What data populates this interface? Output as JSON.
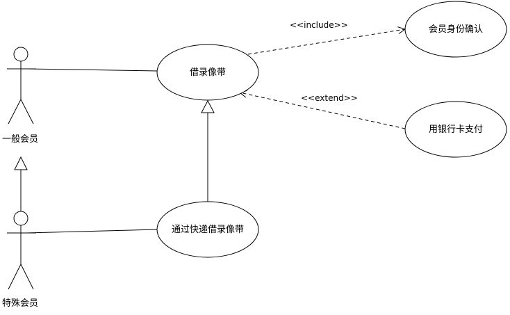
{
  "actors": {
    "normal_member": {
      "label": "一般会员"
    },
    "special_member": {
      "label": "特殊会员"
    }
  },
  "use_cases": {
    "borrow_tape": {
      "label": "借录像带"
    },
    "member_verify": {
      "label": "会员身份确认"
    },
    "bank_card_pay": {
      "label": "用银行卡支付"
    },
    "express_borrow": {
      "label": "通过快递借录像带"
    }
  },
  "relationships": {
    "include": {
      "label": "<<include>>"
    },
    "extend": {
      "label": "<<extend>>"
    }
  }
}
